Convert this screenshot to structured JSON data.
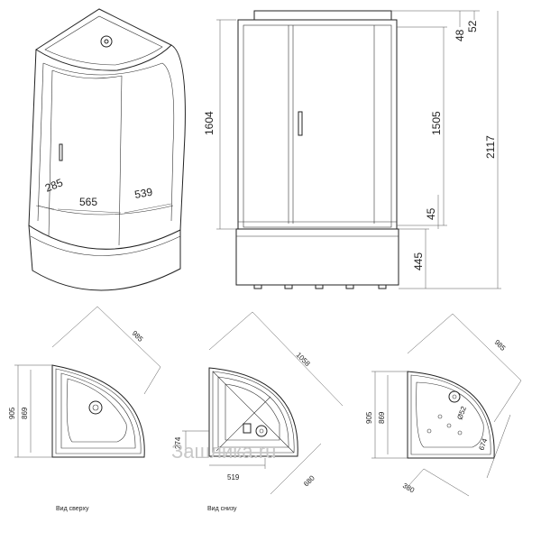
{
  "dimensions": {
    "iso": {
      "left": "285",
      "mid": "565",
      "right": "539"
    },
    "front": {
      "h1604": "1604",
      "h1505": "1505",
      "h48": "48",
      "h52": "52",
      "h2117": "2117",
      "h45": "45",
      "h445": "445"
    },
    "top": {
      "diag": "985",
      "h905": "905",
      "h869": "869"
    },
    "bottom": {
      "diag": "1058",
      "h274": "274",
      "w519": "519",
      "d680": "680"
    },
    "tray": {
      "diag": "985",
      "h905": "905",
      "h869": "869",
      "d674": "674",
      "d380": "380",
      "drain": "Ø52"
    }
  },
  "captions": {
    "top_view": "Вид сверху",
    "bottom_view": "Вид снизу"
  },
  "watermark": "Зашлика.ru"
}
